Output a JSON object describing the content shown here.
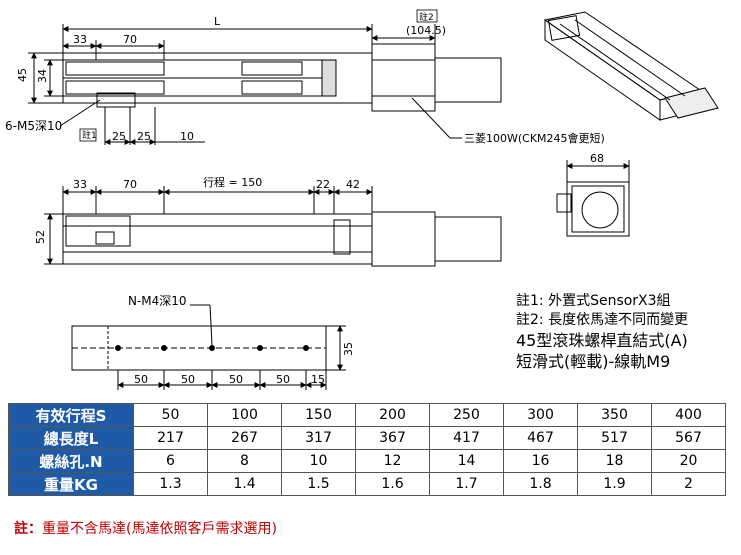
{
  "drawing": {
    "top_view": {
      "dim_overall": "L",
      "dim_a": "33",
      "dim_b": "70",
      "dim_height_outer": "45",
      "dim_height_inner": "34",
      "dim_25a": "25",
      "dim_25b": "25",
      "dim_10": "10",
      "hole_label": "6-M5深10",
      "note1_tag": "註1",
      "note2_tag": "註2",
      "motor_dim": "(104.5)",
      "motor_label": "三菱100W(CKM245會更短)"
    },
    "side_view": {
      "dim_a": "33",
      "dim_b": "70",
      "dim_stroke": "行程 = 150",
      "dim_22": "22",
      "dim_42": "42",
      "dim_height": "52"
    },
    "end_view": {
      "dim_width": "68"
    },
    "bottom_view": {
      "hole_label": "N-M4深10",
      "dim_height": "35",
      "pitch": [
        "50",
        "50",
        "50",
        "50"
      ],
      "dim_end": "15"
    }
  },
  "notes": {
    "line1": "註1: 外置式SensorX3組",
    "line2": "註2: 長度依馬達不同而變更",
    "line3": "45型滾珠螺桿直結式(A)",
    "line4": "短滑式(輕載)-線軌M9"
  },
  "table": {
    "rows": [
      {
        "label": "有效行程S",
        "values": [
          "50",
          "100",
          "150",
          "200",
          "250",
          "300",
          "350",
          "400"
        ]
      },
      {
        "label": "總長度L",
        "values": [
          "217",
          "267",
          "317",
          "367",
          "417",
          "467",
          "517",
          "567"
        ]
      },
      {
        "label": "螺絲孔.N",
        "values": [
          "6",
          "8",
          "10",
          "12",
          "14",
          "16",
          "18",
          "20"
        ]
      },
      {
        "label": "重量KG",
        "values": [
          "1.3",
          "1.4",
          "1.5",
          "1.6",
          "1.7",
          "1.8",
          "1.9",
          "2"
        ]
      }
    ]
  },
  "footnote": {
    "lead": "註：",
    "text": "重量不含馬達(馬達依照客戶需求選用)"
  },
  "colors": {
    "header_bg": "#1f5aa6",
    "footnote": "#c00000"
  }
}
